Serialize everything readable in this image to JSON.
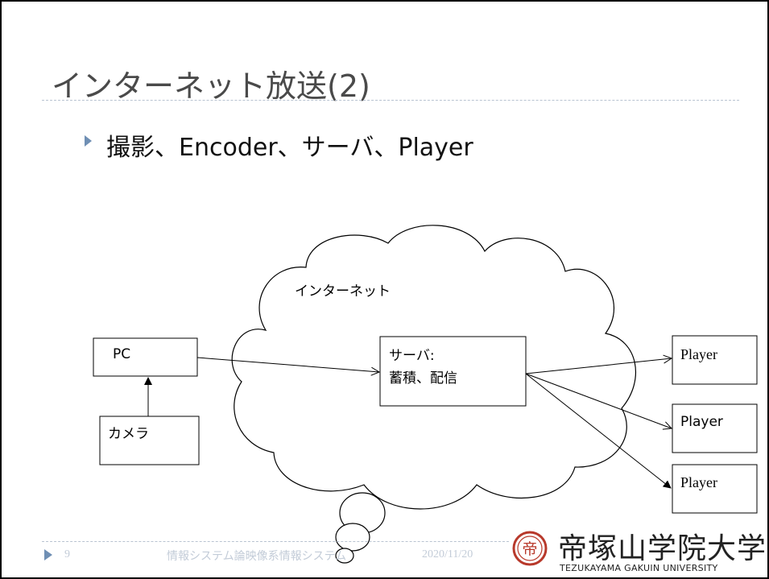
{
  "slide": {
    "title": "インターネット放送(2)",
    "bullet": "撮影、Encoder、サーバ、Player"
  },
  "diagram": {
    "cloud_label": "インターネット",
    "pc_label": "PC",
    "camera_label": "カメラ",
    "server_label_line1": "サーバ:",
    "server_label_line2": "蓄積、配信",
    "player1_label": "Player",
    "player2_label": "Player",
    "player3_label": "Player"
  },
  "footer": {
    "page_number": "9",
    "course_title": "情報システム論映像系情報システム",
    "date": "2020/11/20"
  },
  "logo": {
    "name": "帝塚山学院大学",
    "subtitle": "TEZUKAYAMA GAKUIN UNIVERSITY",
    "seal_char": "帝"
  },
  "colors": {
    "accent": "#6f8fb4",
    "footer_text": "#c3ccd8",
    "rule": "#b9c3d1",
    "seal": "#b8392b"
  }
}
